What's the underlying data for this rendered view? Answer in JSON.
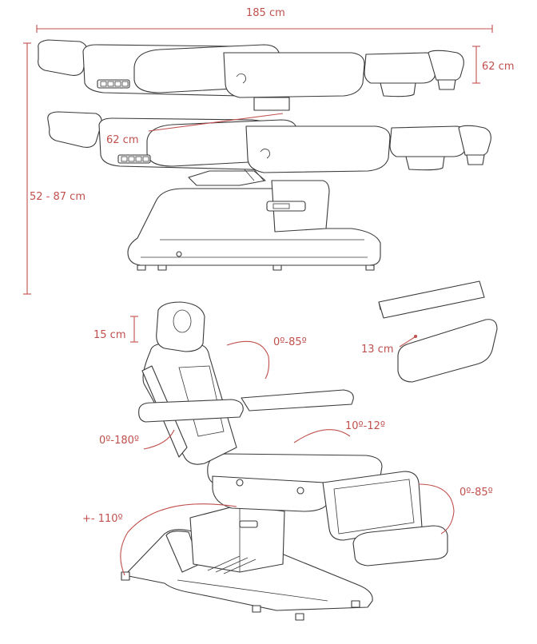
{
  "dimensions": {
    "total_length": "185 cm",
    "top_thickness": "62 cm",
    "backrest_width": "62 cm",
    "height_range": "52 - 87 cm",
    "headrest_adjust": "15 cm",
    "armrest_gap": "13 cm"
  },
  "angles": {
    "headrest": "0º-85º",
    "armrest": "0º-180º",
    "seat": "10º-12º",
    "legrest": "0º-85º",
    "rotation": "+- 110º"
  },
  "colors": {
    "dimension_line": "#c0504d",
    "outline": "#3a3a3a"
  }
}
